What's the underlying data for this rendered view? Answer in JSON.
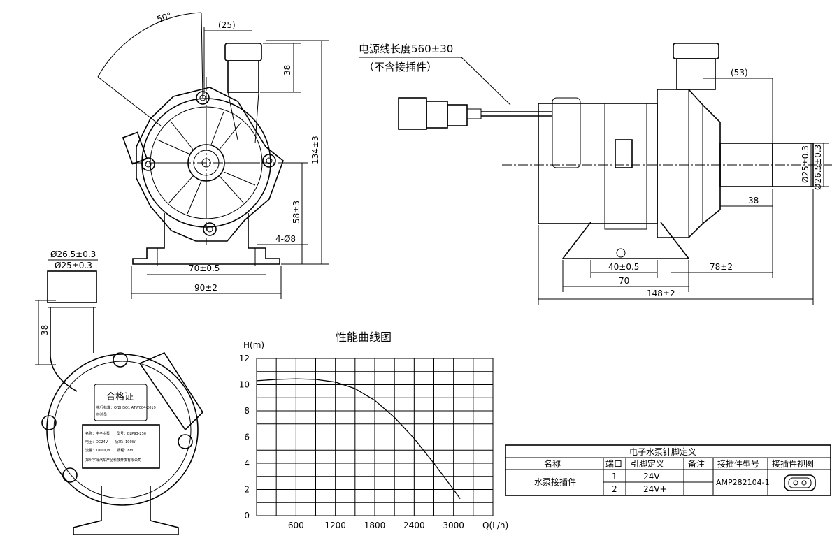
{
  "front_view": {
    "angle": "50°",
    "dim_25": "(25)",
    "dim_38": "38",
    "dim_134": "134±3",
    "dim_58": "58±3",
    "dim_hole": "4-Ø8",
    "dim_70": "70±0.5",
    "dim_90": "90±2"
  },
  "side_view": {
    "cable_length": "电源线长度560±30",
    "cable_note": "（不含接插件）",
    "dim_53": "(53)",
    "dim_d25": "Ø25±0.3",
    "dim_d265": "Ø26.5±0.3",
    "dim_38": "38",
    "dim_40": "40±0.5",
    "dim_78": "78±2",
    "dim_70": "70",
    "dim_148": "148±2"
  },
  "rear_view": {
    "dim_d265": "Ø26.5±0.3",
    "dim_d25": "Ø25±0.3",
    "dim_38": "38",
    "cert_title": "合格证",
    "cert_std": "执行标准：Q/ZHSQ1 ATW004-2019",
    "cert_inspector": "检验员：",
    "nameplate_line1": "名称：电子水泵　　型号：BLP93-250",
    "nameplate_line2": "电压：DC24V　　功率：100W",
    "nameplate_line3": "流量：1800L/h　　扬程：8m",
    "nameplate_line4": "郑州宇晟汽车产品科技开发有限公司"
  },
  "chart_data": {
    "type": "line",
    "title": "性能曲线图",
    "ylabel": "H(m)",
    "xlabel": "Q(L/h)",
    "xlim": [
      0,
      3600
    ],
    "ylim": [
      0,
      12
    ],
    "x_ticks": [
      "600",
      "1200",
      "1800",
      "2400",
      "3000"
    ],
    "y_ticks": [
      "0",
      "2",
      "4",
      "6",
      "8",
      "10",
      "12"
    ],
    "grid": true,
    "series": [
      {
        "x": [
          0,
          300,
          600,
          900,
          1200,
          1500,
          1800,
          2100,
          2400,
          2700,
          3000,
          3100
        ],
        "y": [
          10.3,
          10.4,
          10.45,
          10.4,
          10.2,
          9.7,
          8.8,
          7.5,
          5.9,
          4.0,
          2.0,
          1.3
        ]
      }
    ]
  },
  "pin_table": {
    "title": "电子水泵针脚定义",
    "headers": [
      "名称",
      "端口",
      "引脚定义",
      "备注",
      "接插件型号",
      "接插件视图"
    ],
    "name": "水泵接插件",
    "rows": [
      {
        "port": "1",
        "def": "24V-"
      },
      {
        "port": "2",
        "def": "24V+"
      }
    ],
    "connector_model": "AMP282104-1"
  }
}
